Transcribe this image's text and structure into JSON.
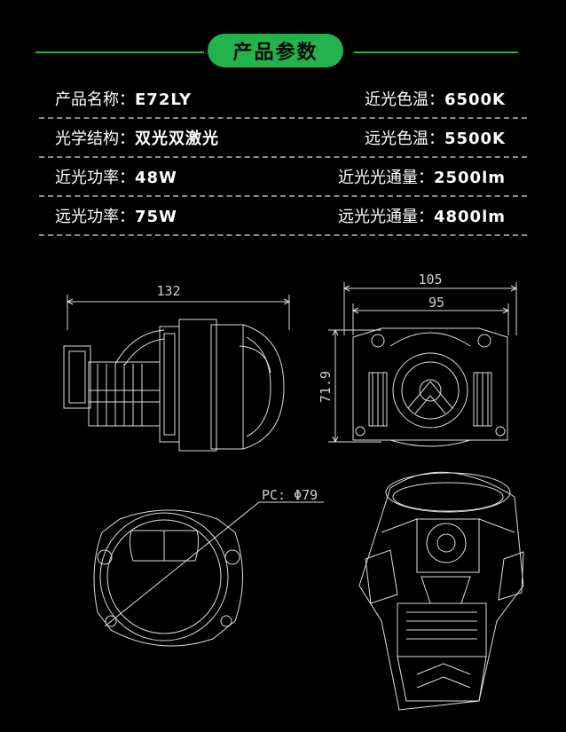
{
  "title": "产品参数",
  "specs": [
    {
      "label_l": "产品名称：",
      "value_l": "E72LY",
      "label_r": "近光色温：",
      "value_r": "6500K"
    },
    {
      "label_l": "光学结构：",
      "value_l": "双光双激光",
      "label_r": "远光色温：",
      "value_r": "5500K"
    },
    {
      "label_l": "近光功率：",
      "value_l": "48W",
      "label_r": "近光光通量：",
      "value_r": "2500lm"
    },
    {
      "label_l": "远光功率：",
      "value_l": "75W",
      "label_r": "远光光通量：",
      "value_r": "4800lm"
    }
  ],
  "dimensions": {
    "side_length": "132",
    "front_width_outer": "105",
    "front_width_inner": "95",
    "front_height": "71.9",
    "lens_label": "PC: Φ79"
  },
  "colors": {
    "accent": "#23b24b",
    "background": "#000000",
    "text": "#ffffff"
  }
}
